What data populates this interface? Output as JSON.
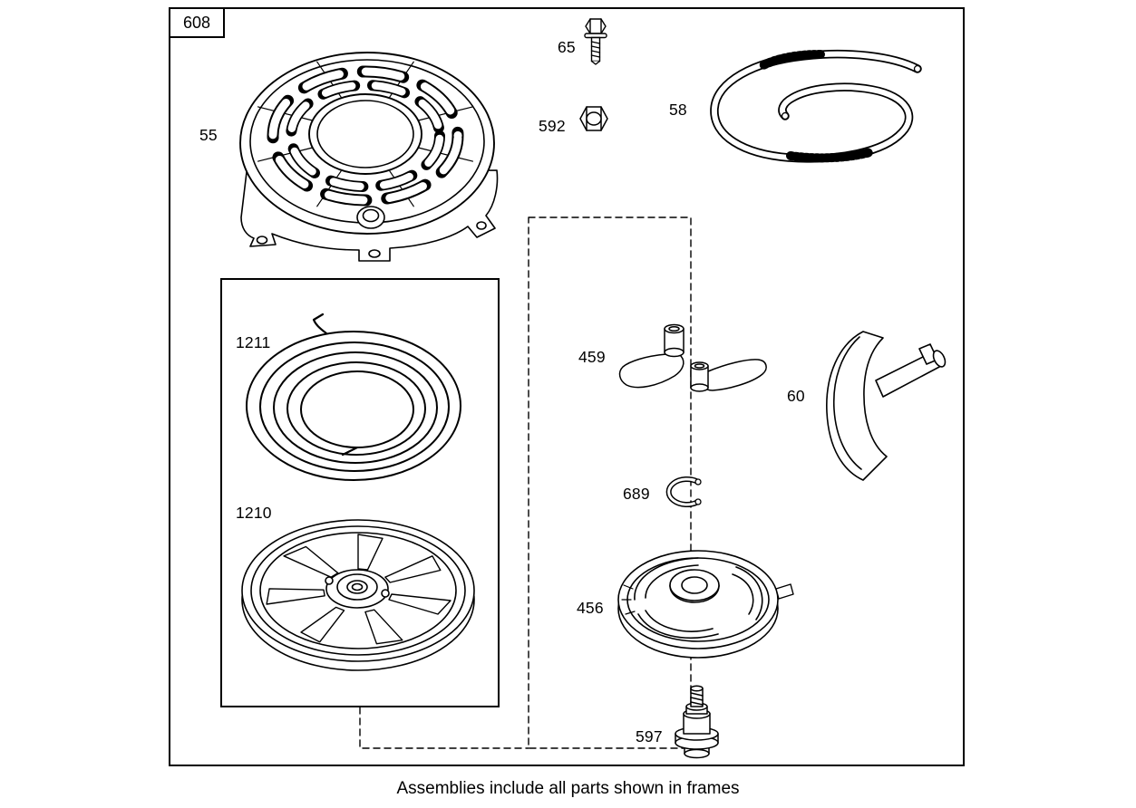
{
  "diagram": {
    "frame_label": "608",
    "caption": "Assemblies include all parts shown in frames",
    "colors": {
      "ink": "#000000",
      "background": "#ffffff"
    },
    "parts": [
      {
        "id": "55"
      },
      {
        "id": "65"
      },
      {
        "id": "592"
      },
      {
        "id": "58"
      },
      {
        "id": "1211"
      },
      {
        "id": "1210"
      },
      {
        "id": "459"
      },
      {
        "id": "60"
      },
      {
        "id": "689"
      },
      {
        "id": "456"
      },
      {
        "id": "597"
      }
    ]
  }
}
